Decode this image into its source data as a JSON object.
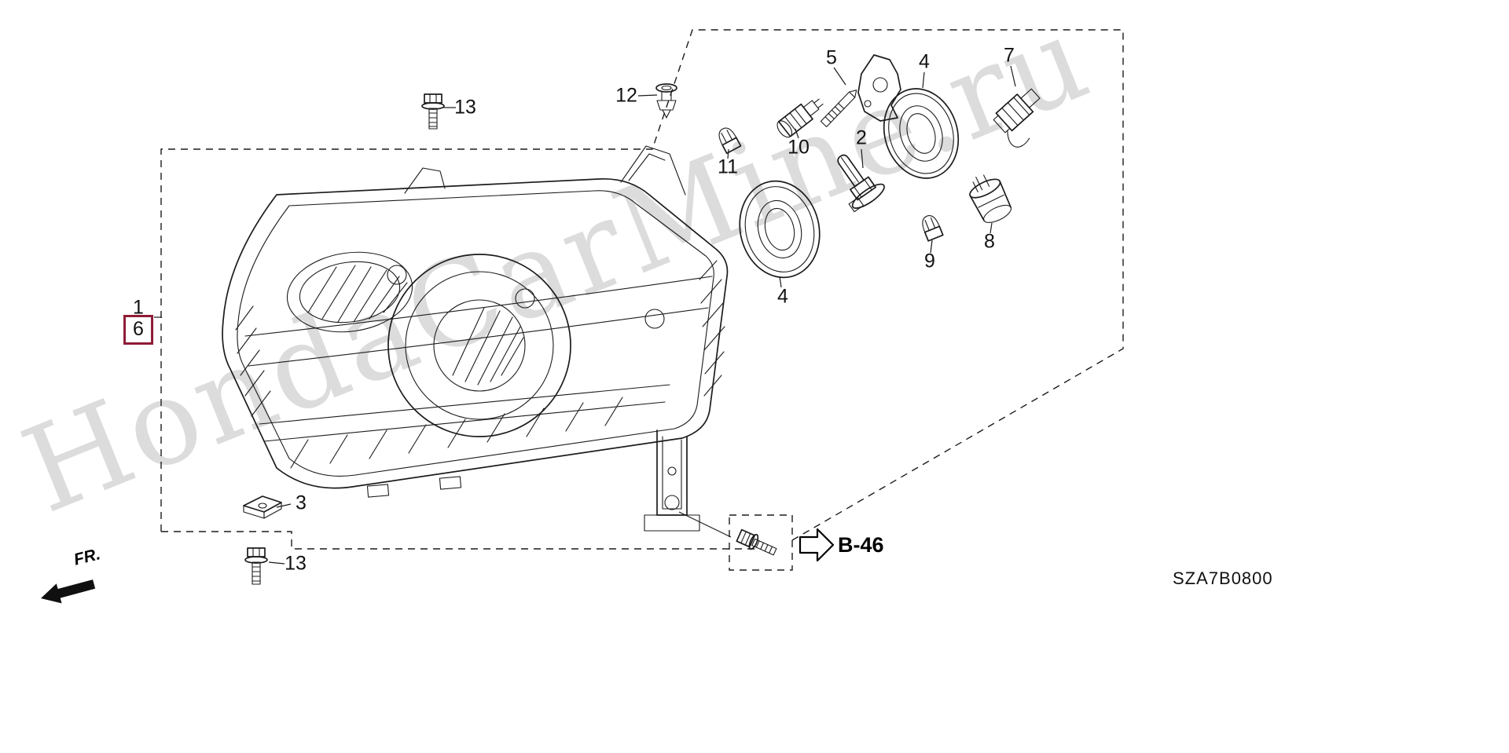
{
  "diagram": {
    "code": "SZA7B0800",
    "watermark": "HondaCarMine.ru",
    "front_label": "FR.",
    "reference_label": "B-46",
    "highlight_color": "#8e1b36",
    "line_color": "#1c1c1c"
  },
  "callouts": {
    "part1": "1",
    "part2": "2",
    "part3": "3",
    "part4_upper": "4",
    "part4_lower": "4",
    "part5": "5",
    "part6": "6",
    "part7": "7",
    "part8": "8",
    "part9": "9",
    "part10": "10",
    "part11": "11",
    "part12": "12",
    "part13_upper": "13",
    "part13_lower": "13"
  }
}
